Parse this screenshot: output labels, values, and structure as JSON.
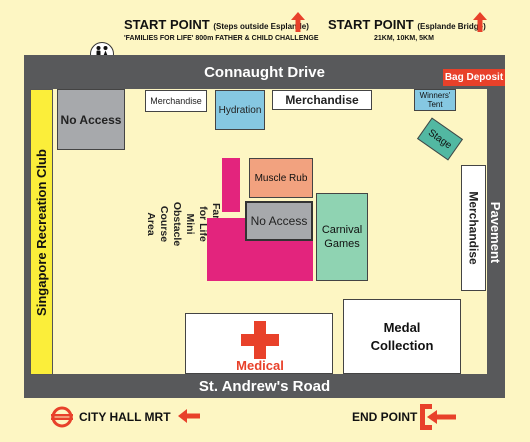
{
  "top": {
    "start1": {
      "title": "START POINT",
      "note": "(Steps outside Esplande)",
      "sub": "'FAMILIES FOR LIFE' 800m FATHER & CHILD CHALLENGE"
    },
    "start2": {
      "title": "START POINT",
      "note": "(Esplande Bridge)",
      "sub": "21KM, 10KM, 5KM"
    }
  },
  "roads": {
    "north": "Connaught Drive",
    "south": "St. Andrew's Road",
    "east": "Pavement"
  },
  "areas": {
    "bag_deposit": "Bag Deposit",
    "club": "Singapore Recreation Club",
    "no_access_1": "No Access",
    "merch_small": "Merchandise",
    "hydration": "Hydration",
    "merch_top": "Merchandise",
    "winners_tent": "Winners' Tent",
    "stage": "Stage",
    "merch_right": "Merchandise",
    "mini_course": "Families for Life Mini Obstacle Course Area",
    "muscle_rub": "Muscle Rub",
    "no_access_2": "No Access",
    "carnival": "Carnival Games",
    "medical": "Medical",
    "medal": "Medal Collection"
  },
  "bottom": {
    "mrt": "CITY HALL MRT",
    "end": "END POINT"
  },
  "colors": {
    "road": "#58595b",
    "background": "#fdf6c3",
    "red": "#e8412a",
    "yellow": "#fbee3a"
  }
}
